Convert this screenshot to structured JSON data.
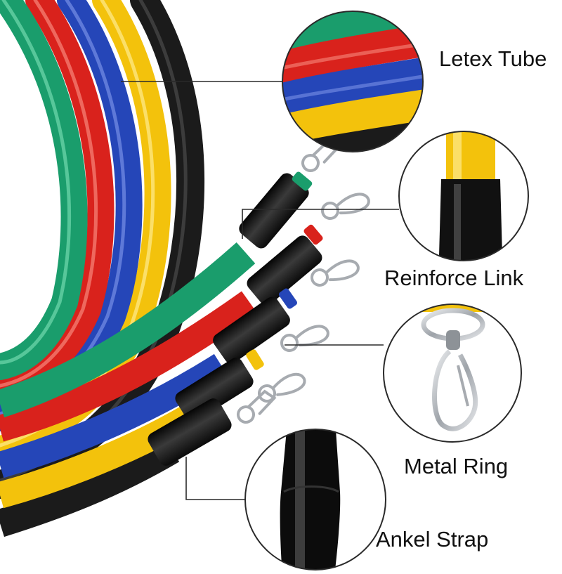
{
  "callouts": {
    "latex_tube": {
      "label": "Letex Tube"
    },
    "reinforce_link": {
      "label": "Reinforce Link"
    },
    "metal_ring": {
      "label": "Metal Ring"
    },
    "ankle_strap": {
      "label": "Ankel Strap"
    }
  },
  "colors": {
    "background": "#ffffff",
    "band_green": "#1a9d6c",
    "band_red": "#d9221c",
    "band_blue": "#2546b8",
    "band_yellow": "#f3c20c",
    "band_black": "#1b1b1b",
    "metal": "#b9bdc2",
    "leader_line": "#2a2a2a",
    "label_text": "#111111"
  },
  "icons": {
    "clip": "carabiner-icon"
  }
}
